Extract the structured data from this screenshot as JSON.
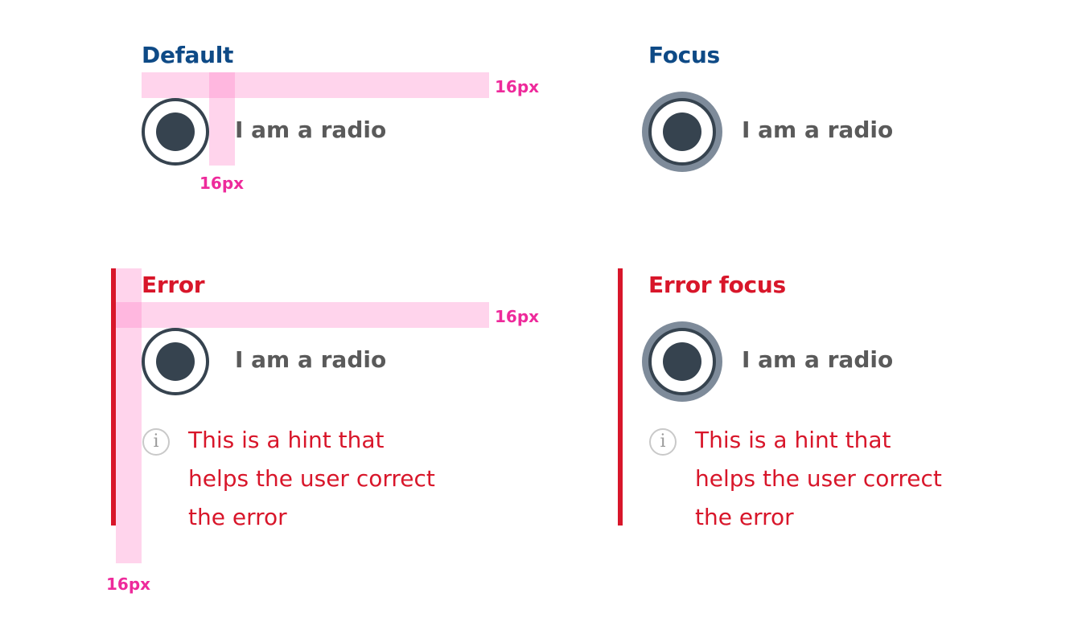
{
  "measure_label": "16px",
  "colors": {
    "title_blue": "#0e4a86",
    "error_red": "#d8162a",
    "radio_dark": "#36434f",
    "focus_ring": "#7e8b9a",
    "label_gray": "#5a5a5a",
    "annotation_pink": "#ee2a9b"
  },
  "states": {
    "default": {
      "title": "Default",
      "label": "I am a radio"
    },
    "focus": {
      "title": "Focus",
      "label": "I am a radio"
    },
    "error": {
      "title": "Error",
      "label": "I am a radio",
      "hint_lines": [
        "This is a hint that",
        "helps the user correct",
        "the error"
      ]
    },
    "error_focus": {
      "title": "Error focus",
      "label": "I am a radio",
      "hint_lines": [
        "This is a hint that",
        "helps the user correct",
        "the error"
      ]
    }
  },
  "icons": {
    "info": "i"
  }
}
